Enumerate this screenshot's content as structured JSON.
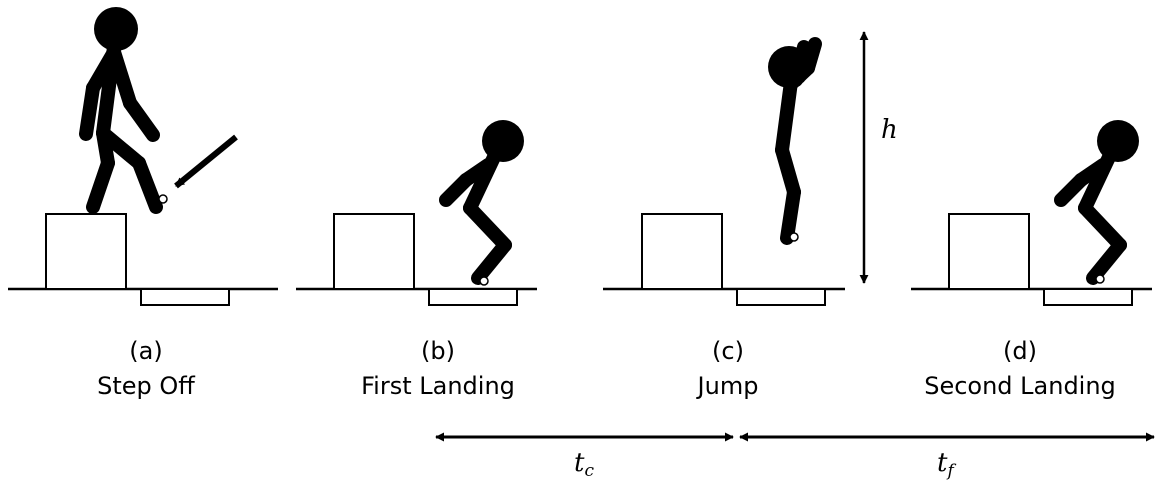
{
  "panels": [
    {
      "letter": "(a)",
      "caption": "Step Off"
    },
    {
      "letter": "(b)",
      "caption": "First Landing"
    },
    {
      "letter": "(c)",
      "caption": "Jump"
    },
    {
      "letter": "(d)",
      "caption": "Second Landing"
    }
  ],
  "height_label": "h",
  "contact_time": {
    "symbol": "t",
    "subscript": "c"
  },
  "flight_time": {
    "symbol": "t",
    "subscript": "f"
  }
}
